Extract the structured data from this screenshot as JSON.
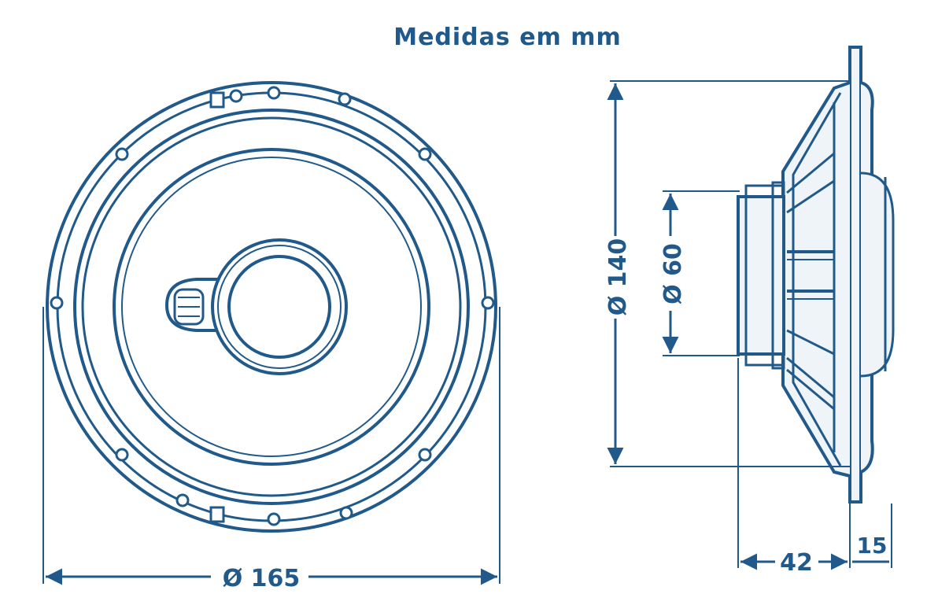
{
  "title": "Medidas em mm",
  "colors": {
    "line": "#215a8a",
    "fill": "#eef4f8"
  },
  "dimensions": {
    "outer_diameter": "Ø 165",
    "mount_diameter": "Ø 140",
    "magnet_diameter": "Ø 60",
    "mount_depth": "42",
    "flange_depth": "15"
  }
}
